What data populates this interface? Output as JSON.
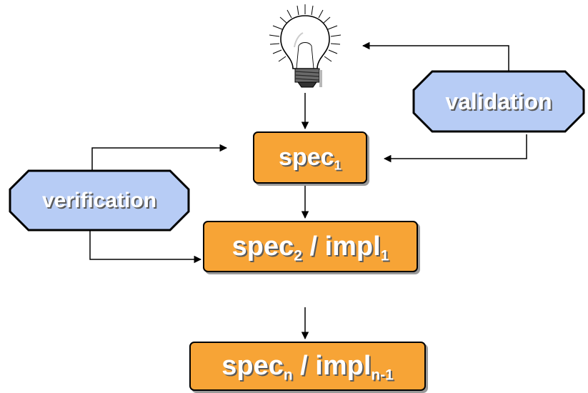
{
  "diagram": {
    "validation_label": "validation",
    "verification_label": "verification",
    "spec1": {
      "main": "spec",
      "sub": "1"
    },
    "spec2_impl1": {
      "main1": "spec",
      "sub1": "2",
      "sep": " / impl",
      "sub2": "1"
    },
    "specn_impln1": {
      "main1": "spec",
      "sub1": "n",
      "sep": " / impl",
      "sub2": "n-1"
    },
    "colors": {
      "box_fill": "#f7a436",
      "octagon_fill": "#b7ccf5",
      "outline": "#000000",
      "label_text": "#ffffff"
    },
    "icons": {
      "idea": "lightbulb-icon"
    }
  }
}
